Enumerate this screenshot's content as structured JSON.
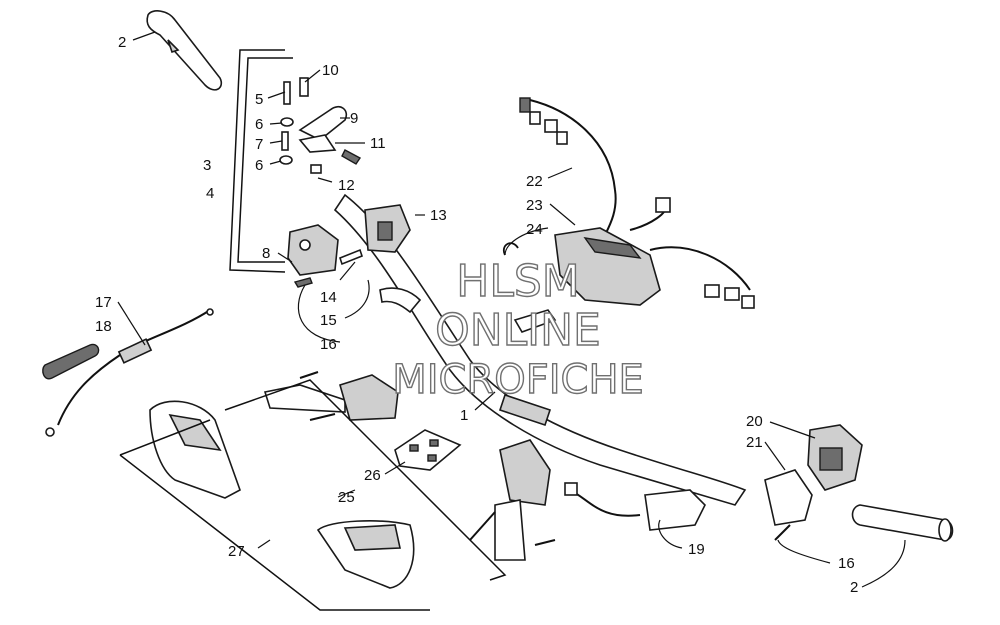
{
  "watermark": {
    "line1": "HLSM",
    "line2": "ONLINE",
    "line3": "MICROFICHE"
  },
  "callouts": {
    "c1": "1",
    "c2a": "2",
    "c2b": "2",
    "c3": "3",
    "c4": "4",
    "c5": "5",
    "c6a": "6",
    "c6b": "6",
    "c7": "7",
    "c8": "8",
    "c9": "9",
    "c10": "10",
    "c11": "11",
    "c12": "12",
    "c13": "13",
    "c14": "14",
    "c15": "15",
    "c16a": "16",
    "c16b": "16",
    "c17": "17",
    "c18": "18",
    "c19": "19",
    "c20": "20",
    "c21": "21",
    "c22": "22",
    "c23": "23",
    "c24": "24",
    "c25": "25",
    "c26": "26",
    "c27": "27"
  }
}
